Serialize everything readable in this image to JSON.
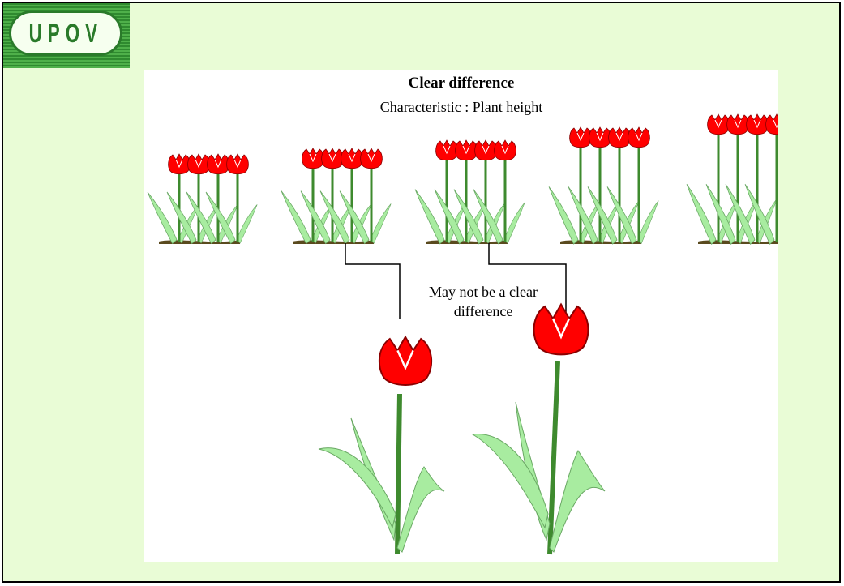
{
  "logo": {
    "text": "UPOV"
  },
  "slide": {
    "title": "Clear difference",
    "subtitle": "Characteristic :  Plant height",
    "annotation": "May not be a clear difference"
  },
  "colors": {
    "background": "#e9fcd6",
    "logo_green": "#2a7a2a",
    "petal_red": "#ff0000",
    "leaf_green": "#a8eca0",
    "stem_green": "#3e8a2e",
    "soil_brown": "#5a4a1e"
  },
  "icons": [
    "tulip-row-icon",
    "single-tulip-icon"
  ]
}
